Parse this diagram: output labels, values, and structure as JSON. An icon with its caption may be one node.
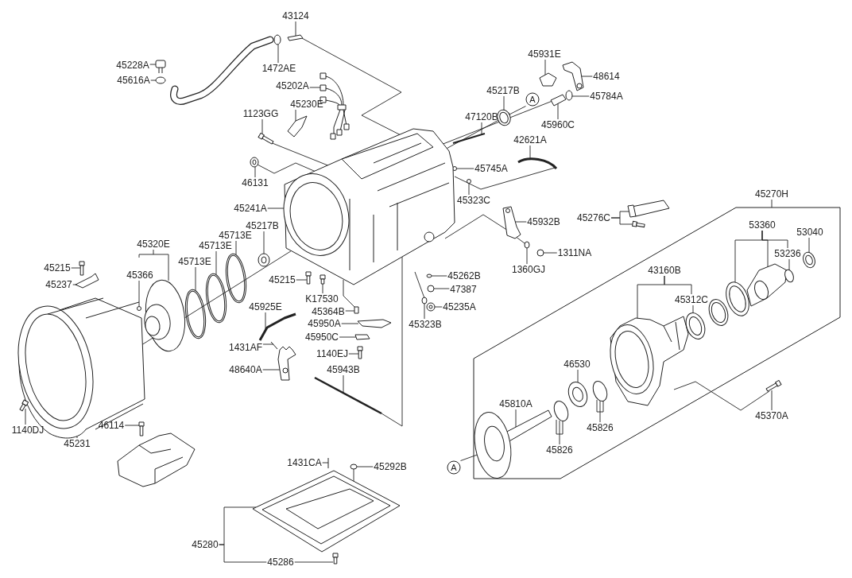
{
  "diagram": {
    "nodes": [
      {
        "text": [
          "43124"
        ]
      },
      {
        "text": [
          "1472AE"
        ]
      },
      {
        "text": [
          "45228A"
        ]
      },
      {
        "text": [
          "45616A"
        ]
      },
      {
        "text": [
          "45202A"
        ]
      },
      {
        "text": [
          "45230E"
        ]
      },
      {
        "text": [
          "1123GG"
        ]
      },
      {
        "text": [
          "46131"
        ]
      },
      {
        "text": [
          "45931E"
        ]
      },
      {
        "text": [
          "48614"
        ]
      },
      {
        "text": [
          "45784A"
        ]
      },
      {
        "text": [
          "45217B"
        ]
      },
      {
        "text": [
          "47120B"
        ]
      },
      {
        "text": [
          "45960C"
        ]
      },
      {
        "text": [
          "42621A"
        ]
      },
      {
        "text": [
          "45745A"
        ]
      },
      {
        "text": [
          "45323C"
        ]
      },
      {
        "text": [
          "45241A"
        ]
      },
      {
        "text": [
          "45217B"
        ]
      },
      {
        "text": [
          "45713E"
        ]
      },
      {
        "text": [
          "45713E"
        ]
      },
      {
        "text": [
          "45713E"
        ]
      },
      {
        "text": [
          "45320E"
        ]
      },
      {
        "text": [
          "45366"
        ]
      },
      {
        "text": [
          "45215"
        ]
      },
      {
        "text": [
          "45237"
        ]
      },
      {
        "text": [
          "45215"
        ]
      },
      {
        "text": [
          "K17530"
        ]
      },
      {
        "text": [
          "45364B"
        ]
      },
      {
        "text": [
          "45950A"
        ]
      },
      {
        "text": [
          "45950C"
        ]
      },
      {
        "text": [
          "1140EJ"
        ]
      },
      {
        "text": [
          "45925E"
        ]
      },
      {
        "text": [
          "1431AF"
        ]
      },
      {
        "text": [
          "48640A"
        ]
      },
      {
        "text": [
          "45943B"
        ]
      },
      {
        "text": [
          "45262B"
        ]
      },
      {
        "text": [
          "47387"
        ]
      },
      {
        "text": [
          "45235A"
        ]
      },
      {
        "text": [
          "45323B"
        ]
      },
      {
        "text": [
          "45932B"
        ]
      },
      {
        "text": [
          "1360GJ"
        ]
      },
      {
        "text": [
          "1311NA"
        ]
      },
      {
        "text": [
          "45276C"
        ]
      },
      {
        "text": [
          "45270H"
        ]
      },
      {
        "text": [
          "53360"
        ],
        "in": 110
      },
      {
        "text": [
          "53040"
        ],
        "in": 110
      },
      {
        "text": [
          "53236"
        ],
        "in": 110
      },
      {
        "text": [
          "43160B"
        ],
        "in": 110
      },
      {
        "text": [
          "45312C"
        ],
        "in": 110
      },
      {
        "text": [
          "46530"
        ],
        "in": 110
      },
      {
        "text": [
          "45810A"
        ],
        "in": 110
      },
      {
        "text": [
          "45826"
        ],
        "in": 110
      },
      {
        "text": [
          "45826"
        ],
        "in": 110
      },
      {
        "text": [
          "45370A"
        ]
      },
      {
        "text": [
          "A"
        ]
      },
      {
        "text": [
          "A"
        ]
      },
      {
        "text": [
          "1140DJ"
        ]
      },
      {
        "text": [
          "45231"
        ]
      },
      {
        "text": [
          "46114"
        ]
      },
      {
        "text": [
          "1431CA"
        ]
      },
      {
        "text": [
          "45292B"
        ]
      },
      {
        "text": [
          "45280"
        ]
      },
      {
        "text": [
          "45286"
        ]
      },
      {
        "text": [],
        "shape": "picture"
      },
      {
        "text": [],
        "shape": "picture"
      },
      {
        "text": [],
        "shape": "box"
      },
      {
        "text": [],
        "shape": "circle"
      },
      {
        "text": [],
        "shape": "picture"
      },
      {
        "text": [],
        "shape": "picture"
      },
      {
        "text": [],
        "shape": "box"
      },
      {
        "text": [],
        "shape": "picture"
      },
      {
        "text": [],
        "shape": "picture"
      },
      {
        "text": [],
        "shape": "picture"
      },
      {
        "text": [],
        "shape": "picture"
      },
      {
        "text": [],
        "shape": "picture"
      },
      {
        "text": [],
        "shape": "picture"
      },
      {
        "text": [],
        "shape": "picture"
      },
      {
        "text": [],
        "shape": "picture"
      },
      {
        "text": [],
        "shape": "picture"
      },
      {
        "text": [],
        "shape": "picture"
      },
      {
        "text": [],
        "shape": "picture"
      },
      {
        "text": [],
        "shape": "picture"
      },
      {
        "text": [],
        "shape": "picture"
      },
      {
        "text": [],
        "shape": "picture"
      },
      {
        "text": [],
        "shape": "picture"
      },
      {
        "text": [],
        "shape": "picture"
      },
      {
        "text": [],
        "shape": "circle"
      },
      {
        "text": [],
        "shape": "picture"
      },
      {
        "text": [],
        "shape": "picture"
      },
      {
        "text": [],
        "shape": "picture"
      },
      {
        "text": [],
        "shape": "picture"
      },
      {
        "text": [],
        "shape": "picture"
      },
      {
        "text": [],
        "shape": "box"
      },
      {
        "text": [],
        "shape": "picture"
      },
      {
        "text": [],
        "shape": "box"
      },
      {
        "text": [],
        "shape": "picture"
      },
      {
        "text": [],
        "shape": "picture"
      },
      {
        "text": [],
        "shape": "picture"
      },
      {
        "text": [],
        "shape": "picture"
      },
      {
        "text": [],
        "shape": "picture"
      },
      {
        "text": [],
        "shape": "picture"
      },
      {
        "text": [],
        "shape": "picture"
      },
      {
        "text": [],
        "shape": "picture"
      },
      {
        "text": [],
        "shape": "picture"
      },
      {
        "text": [],
        "shape": "picture"
      },
      {
        "text": [],
        "shape": "picture"
      },
      {
        "text": [],
        "shape": "picture"
      },
      {
        "text": [],
        "shape": "picture"
      },
      {
        "text": [],
        "shape": "picture"
      },
      {
        "text": [],
        "shape": "box"
      },
      {
        "text": [],
        "shape": "picture",
        "in": 110
      },
      {
        "text": [],
        "shape": "picture",
        "in": 110
      },
      {
        "text": [],
        "shape": "picture",
        "in": 110
      },
      {
        "text": [],
        "shape": "picture",
        "in": 110
      },
      {
        "text": [],
        "shape": "circle",
        "in": 110
      },
      {
        "text": [],
        "shape": "picture",
        "in": 110
      },
      {
        "text": [],
        "shape": "picture",
        "in": 110
      },
      {
        "text": [],
        "shape": "circle",
        "in": 110
      },
      {
        "text": [],
        "shape": "circle",
        "in": 110
      },
      {
        "text": [],
        "shape": "picture",
        "in": 110
      },
      {
        "text": [],
        "shape": "picture"
      },
      {
        "text": [],
        "shape": "picture"
      },
      {
        "text": [],
        "shape": "picture"
      },
      {
        "text": [],
        "shape": "picture"
      },
      {
        "text": [],
        "shape": "picture"
      },
      {
        "text": [],
        "shape": "picture"
      },
      {
        "text": [],
        "shape": "picture"
      },
      {
        "text": [],
        "shape": "picture"
      }
    ],
    "edges": [
      {
        "from": 0,
        "to": 64,
        "arrow": "none"
      },
      {
        "from": 1,
        "to": 65,
        "arrow": "none"
      },
      {
        "from": 2,
        "to": 66,
        "arrow": "none"
      },
      {
        "from": 3,
        "to": 67,
        "arrow": "none"
      },
      {
        "from": 4,
        "to": 68,
        "arrow": "none"
      },
      {
        "from": 5,
        "to": 69,
        "arrow": "none"
      },
      {
        "from": 6,
        "to": 70,
        "arrow": "none"
      },
      {
        "from": 7,
        "to": 71,
        "arrow": "none"
      },
      {
        "from": 8,
        "to": 72,
        "arrow": "none"
      },
      {
        "from": 9,
        "to": 73,
        "arrow": "none"
      },
      {
        "from": 10,
        "to": 74,
        "arrow": "none"
      },
      {
        "from": 11,
        "to": 75,
        "arrow": "none"
      },
      {
        "from": 12,
        "to": 76,
        "arrow": "none"
      },
      {
        "from": 13,
        "to": 77,
        "arrow": "none"
      },
      {
        "from": 14,
        "to": 78,
        "arrow": "none"
      },
      {
        "from": 15,
        "to": 79,
        "arrow": "none"
      },
      {
        "from": 16,
        "to": 80,
        "arrow": "none"
      },
      {
        "from": 17,
        "to": 81,
        "arrow": "none"
      },
      {
        "from": 18,
        "to": 82,
        "arrow": "none"
      },
      {
        "from": 19,
        "to": 83,
        "arrow": "none"
      },
      {
        "from": 20,
        "to": 84,
        "arrow": "none"
      },
      {
        "from": 21,
        "to": 85,
        "arrow": "none"
      },
      {
        "from": 22,
        "to": 86,
        "arrow": "none"
      },
      {
        "from": 23,
        "to": 87,
        "arrow": "none"
      },
      {
        "from": 24,
        "to": 88,
        "arrow": "none"
      },
      {
        "from": 25,
        "to": 89,
        "arrow": "none"
      },
      {
        "from": 26,
        "to": 91,
        "arrow": "none"
      },
      {
        "from": 27,
        "to": 92,
        "arrow": "none"
      },
      {
        "from": 28,
        "to": 93,
        "arrow": "none"
      },
      {
        "from": 29,
        "to": 94,
        "arrow": "none"
      },
      {
        "from": 30,
        "to": 95,
        "arrow": "none"
      },
      {
        "from": 31,
        "to": 96,
        "arrow": "none"
      },
      {
        "from": 32,
        "to": 97,
        "arrow": "none"
      },
      {
        "from": 33,
        "to": 98,
        "arrow": "none"
      },
      {
        "from": 34,
        "to": 99,
        "arrow": "none"
      },
      {
        "from": 35,
        "to": 100,
        "arrow": "none"
      },
      {
        "from": 36,
        "to": 101,
        "arrow": "none"
      },
      {
        "from": 37,
        "to": 102,
        "arrow": "none"
      },
      {
        "from": 38,
        "to": 103,
        "arrow": "none"
      },
      {
        "from": 39,
        "to": 104,
        "arrow": "none"
      },
      {
        "from": 40,
        "to": 105,
        "arrow": "none"
      },
      {
        "from": 41,
        "to": 106,
        "arrow": "none"
      },
      {
        "from": 42,
        "to": 107,
        "arrow": "none"
      },
      {
        "from": 43,
        "to": 108,
        "arrow": "none"
      },
      {
        "from": 43,
        "to": 109,
        "arrow": "none"
      },
      {
        "from": 44,
        "to": 110,
        "arrow": "none"
      },
      {
        "from": 45,
        "to": 113,
        "arrow": "none"
      },
      {
        "from": 45,
        "to": 114,
        "arrow": "none"
      },
      {
        "from": 45,
        "to": 47,
        "arrow": "none"
      },
      {
        "from": 46,
        "to": 116,
        "arrow": "none"
      },
      {
        "from": 47,
        "to": 115,
        "arrow": "none"
      },
      {
        "from": 48,
        "to": 111,
        "arrow": "none"
      },
      {
        "from": 48,
        "to": 49,
        "arrow": "none"
      },
      {
        "from": 49,
        "to": 112,
        "arrow": "none"
      },
      {
        "from": 50,
        "to": 117,
        "arrow": "none"
      },
      {
        "from": 51,
        "to": 120,
        "arrow": "none"
      },
      {
        "from": 52,
        "to": 118,
        "arrow": "none"
      },
      {
        "from": 53,
        "to": 119,
        "arrow": "none"
      },
      {
        "from": 54,
        "to": 121,
        "arrow": "none"
      },
      {
        "from": 55,
        "to": 81,
        "arrow": "none"
      },
      {
        "from": 56,
        "to": 120,
        "arrow": "none"
      },
      {
        "from": 57,
        "to": 123,
        "arrow": "none"
      },
      {
        "from": 58,
        "to": 90,
        "arrow": "none"
      },
      {
        "from": 59,
        "to": 122,
        "arrow": "none"
      },
      {
        "from": 60,
        "to": 124,
        "arrow": "none"
      },
      {
        "from": 61,
        "to": 125,
        "arrow": "none"
      },
      {
        "from": 62,
        "to": 126,
        "arrow": "none"
      },
      {
        "from": 62,
        "to": 63,
        "arrow": "none"
      },
      {
        "from": 63,
        "to": 127,
        "arrow": "none"
      },
      {
        "from": 64,
        "to": 81,
        "arrow": "none"
      },
      {
        "from": 70,
        "to": 81,
        "arrow": "none"
      },
      {
        "from": 71,
        "to": 81,
        "arrow": "none"
      },
      {
        "from": 78,
        "to": 81,
        "arrow": "none"
      },
      {
        "from": 106,
        "to": 81,
        "arrow": "none"
      },
      {
        "from": 77,
        "to": 81,
        "arrow": "none"
      },
      {
        "from": 100,
        "to": 81,
        "arrow": "none"
      },
      {
        "from": 93,
        "to": 81,
        "arrow": "none"
      },
      {
        "from": 90,
        "to": 81,
        "arrow": "none"
      },
      {
        "from": 121,
        "to": 111,
        "arrow": "none"
      },
      {
        "from": 104,
        "to": 81,
        "arrow": "none"
      },
      {
        "from": 125,
        "to": 126,
        "arrow": "none"
      }
    ]
  }
}
